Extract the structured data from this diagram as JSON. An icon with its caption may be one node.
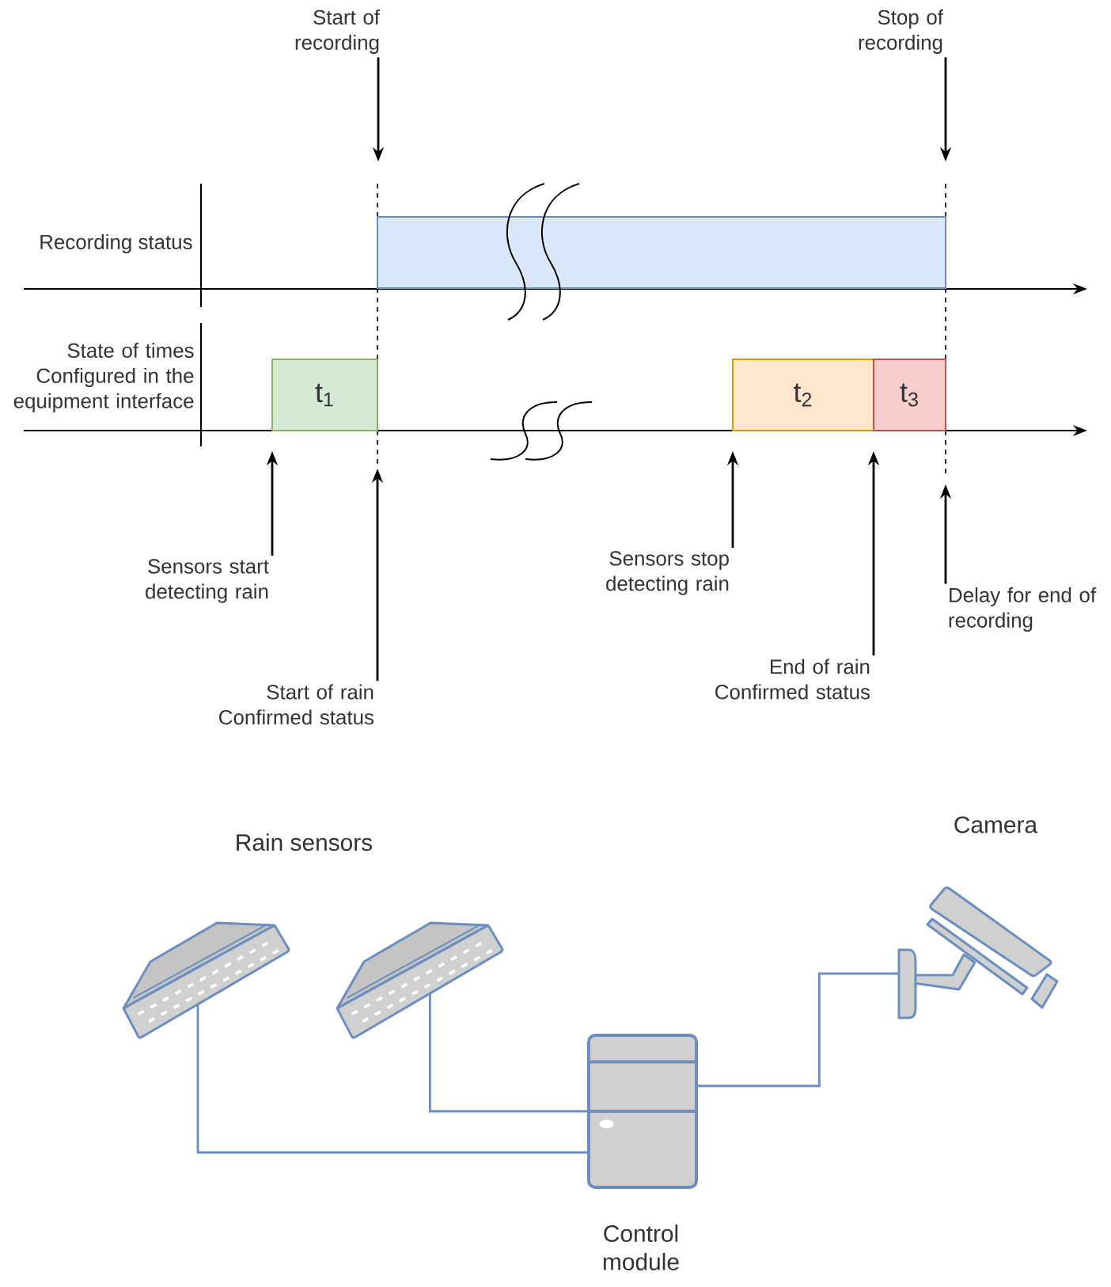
{
  "diagram": {
    "nodes": [
      {
        "text": [
          "Start of recording"
        ]
      },
      {
        "text": [
          "Stop of recording"
        ]
      },
      {
        "text": [],
        "shape": "box"
      },
      {
        "text": [
          "t$_{1}$"
        ]
      },
      {
        "text": [
          "t$_{2}$"
        ]
      },
      {
        "text": [
          "t$_{3}$"
        ]
      },
      {
        "text": [
          "Sensors start detecting rain"
        ]
      },
      {
        "text": [
          "Start of rain Confirmed status"
        ]
      },
      {
        "text": [
          "Sensors stop detecting rain"
        ]
      },
      {
        "text": [
          "End of rain Confirmed status"
        ]
      },
      {
        "text": [
          "Delay for end of recording"
        ]
      },
      {
        "text": [],
        "shape": "picture"
      },
      {
        "text": [],
        "shape": "picture"
      },
      {
        "text": [],
        "shape": "picture",
        "beside": [
          "Control module"
        ]
      },
      {
        "text": [],
        "shape": "picture",
        "beside": [
          "Camera"
        ]
      }
    ],
    "edges": [
      {
        "from": 0,
        "to": null,
        "arrow": "to"
      },
      {
        "from": 1,
        "to": null,
        "arrow": "to"
      },
      {
        "from": 6,
        "to": null,
        "arrow": "to"
      },
      {
        "from": 7,
        "to": null,
        "arrow": "to"
      },
      {
        "from": 8,
        "to": null,
        "arrow": "to"
      },
      {
        "from": 9,
        "to": null,
        "arrow": "to"
      },
      {
        "from": 10,
        "to": null,
        "arrow": "to"
      },
      {
        "from": 11,
        "to": 13,
        "arrow": "none",
        "color": "#6c8ebf"
      },
      {
        "from": 12,
        "to": 13,
        "arrow": "none",
        "color": "#6c8ebf"
      },
      {
        "from": 13,
        "to": 14,
        "arrow": "none",
        "color": "#6c8ebf"
      }
    ],
    "labels": [
      "Recording status",
      "State of times Configured in the equipment interface",
      "Rain sensors"
    ]
  }
}
